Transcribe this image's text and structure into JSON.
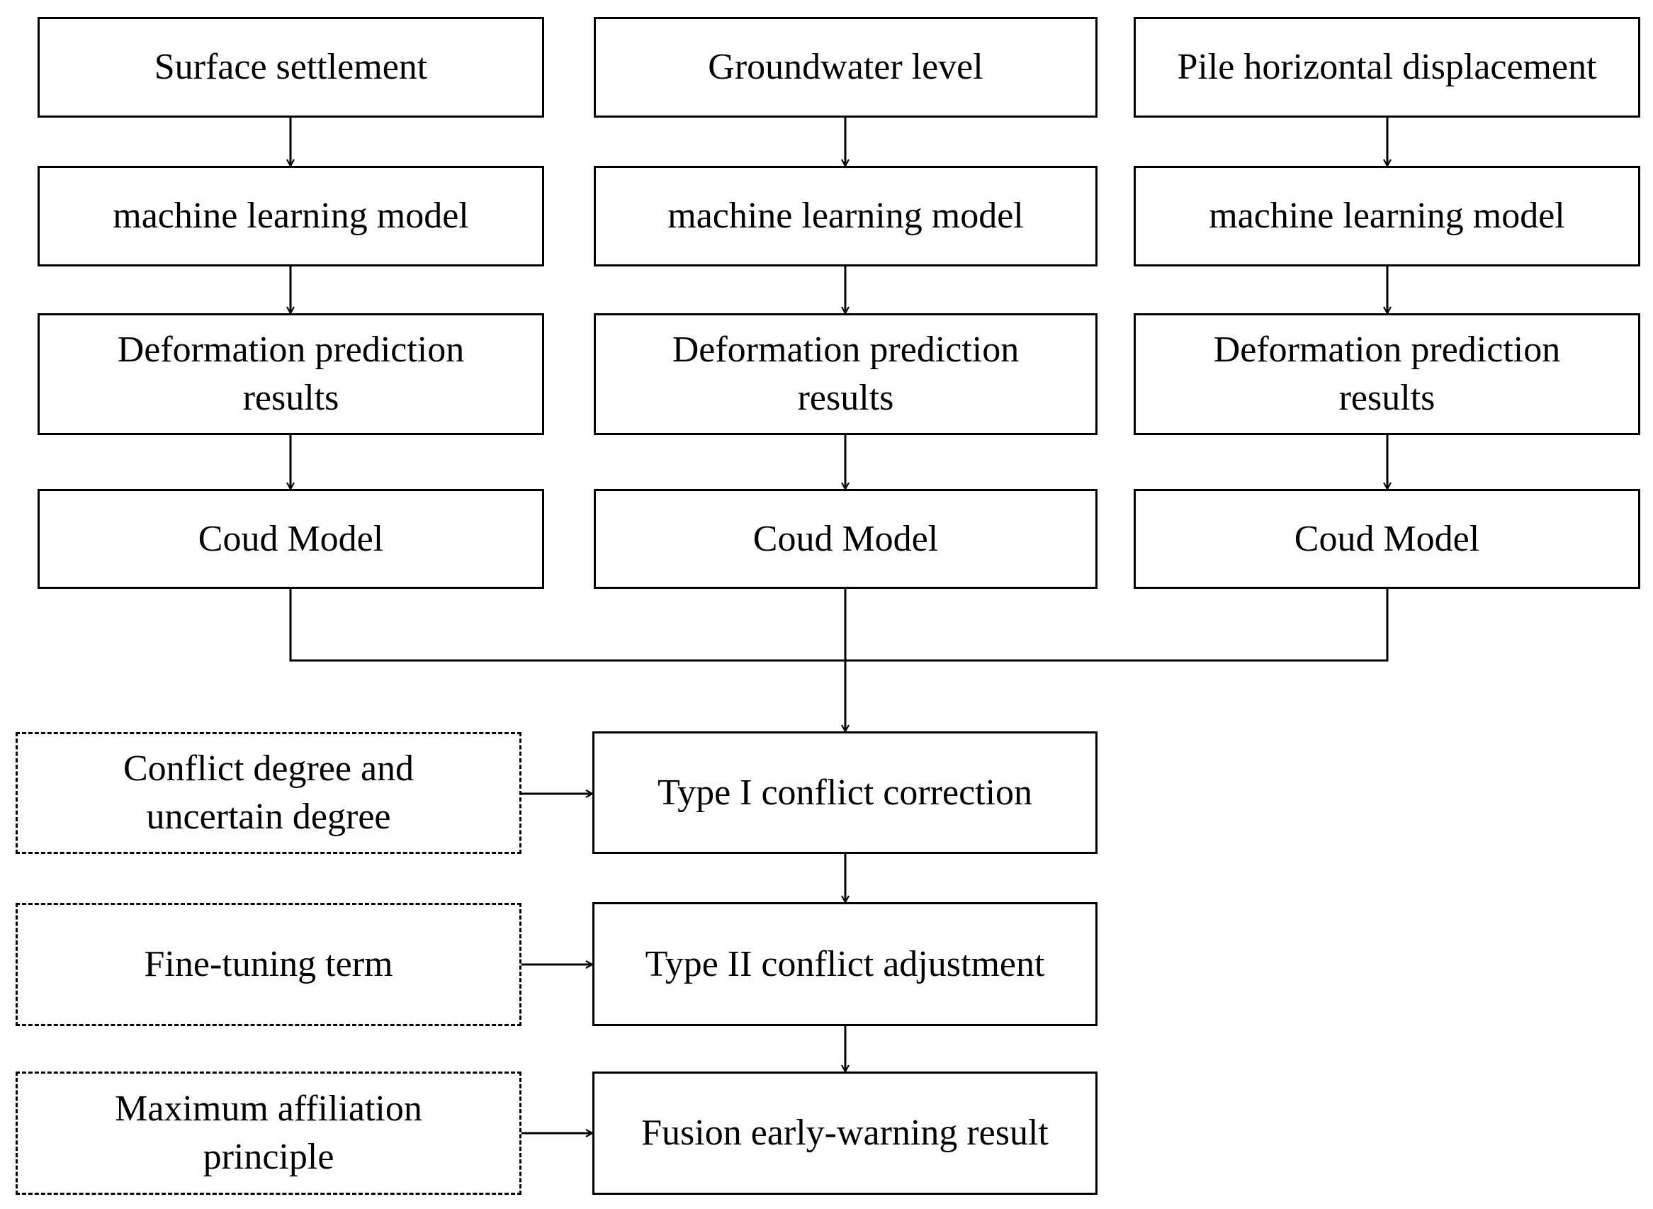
{
  "columns": [
    {
      "input": "Surface settlement",
      "model": "machine learning model",
      "prediction": [
        "Deformation prediction",
        "results"
      ],
      "cloud": "Coud Model"
    },
    {
      "input": "Groundwater level",
      "model": "machine learning model",
      "prediction": [
        "Deformation prediction",
        "results"
      ],
      "cloud": "Coud Model"
    },
    {
      "input": "Pile horizontal displacement",
      "model": "machine learning model",
      "prediction": [
        "Deformation prediction",
        "results"
      ],
      "cloud": "Coud Model"
    }
  ],
  "fusion": {
    "step1": {
      "label": "Type I conflict correction",
      "aux": [
        "Conflict degree and",
        "uncertain degree"
      ]
    },
    "step2": {
      "label": "Type II conflict adjustment",
      "aux": [
        "Fine-tuning term"
      ]
    },
    "step3": {
      "label": "Fusion early-warning result",
      "aux": [
        "Maximum affiliation",
        "principle"
      ]
    }
  },
  "colors": {
    "stroke": "#000000",
    "background": "#ffffff"
  }
}
